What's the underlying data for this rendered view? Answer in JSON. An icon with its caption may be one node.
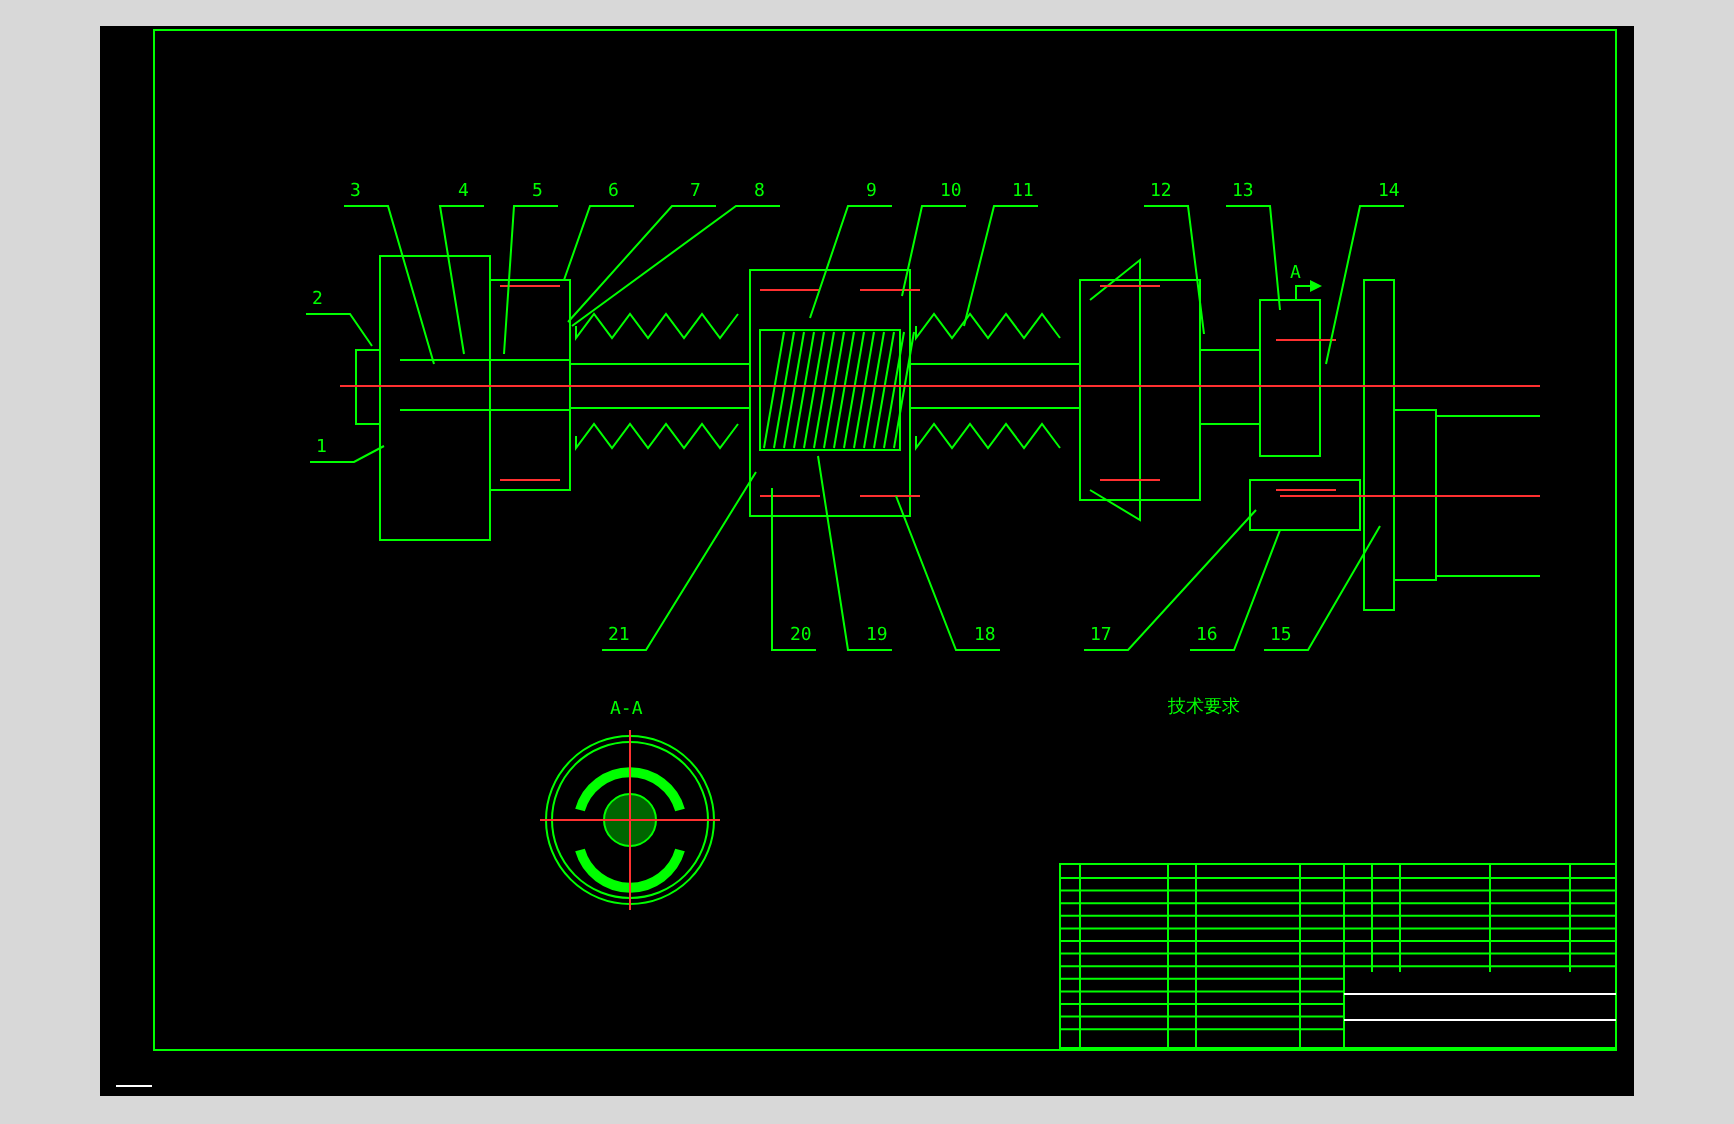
{
  "diagram": {
    "nodes": [
      {
        "text": [
          "1"
        ]
      },
      {
        "text": [
          "2"
        ]
      },
      {
        "text": [
          "3"
        ]
      },
      {
        "text": [
          "4"
        ]
      },
      {
        "text": [
          "5"
        ]
      },
      {
        "text": [
          "6"
        ]
      },
      {
        "text": [
          "7"
        ]
      },
      {
        "text": [
          "8"
        ]
      },
      {
        "text": [
          "9"
        ]
      },
      {
        "text": [
          "10"
        ]
      },
      {
        "text": [
          "11"
        ]
      },
      {
        "text": [
          "12"
        ]
      },
      {
        "text": [
          "13"
        ]
      },
      {
        "text": [
          "14"
        ]
      },
      {
        "text": [
          "15"
        ]
      },
      {
        "text": [
          "16"
        ]
      },
      {
        "text": [
          "17"
        ]
      },
      {
        "text": [
          "18"
        ]
      },
      {
        "text": [
          "19"
        ]
      },
      {
        "text": [
          "20"
        ]
      },
      {
        "text": [
          "21"
        ]
      }
    ],
    "edges": [
      {
        "from": 0,
        "to": null,
        "arrow": "none"
      },
      {
        "from": 1,
        "to": null,
        "arrow": "none"
      },
      {
        "from": 2,
        "to": null,
        "arrow": "none"
      },
      {
        "from": 3,
        "to": null,
        "arrow": "none"
      },
      {
        "from": 4,
        "to": null,
        "arrow": "none"
      },
      {
        "from": 5,
        "to": null,
        "arrow": "none"
      },
      {
        "from": 6,
        "to": null,
        "arrow": "none"
      },
      {
        "from": 7,
        "to": null,
        "arrow": "none"
      },
      {
        "from": 8,
        "to": null,
        "arrow": "none"
      },
      {
        "from": 9,
        "to": null,
        "arrow": "none"
      },
      {
        "from": 10,
        "to": null,
        "arrow": "none"
      },
      {
        "from": 11,
        "to": null,
        "arrow": "none"
      },
      {
        "from": 12,
        "to": null,
        "arrow": "none"
      },
      {
        "from": 13,
        "to": null,
        "arrow": "none"
      },
      {
        "from": 14,
        "to": null,
        "arrow": "none"
      },
      {
        "from": 15,
        "to": null,
        "arrow": "none"
      },
      {
        "from": 16,
        "to": null,
        "arrow": "none"
      },
      {
        "from": 17,
        "to": null,
        "arrow": "none"
      },
      {
        "from": 18,
        "to": null,
        "arrow": "none"
      },
      {
        "from": 19,
        "to": null,
        "arrow": "none"
      },
      {
        "from": 20,
        "to": null,
        "arrow": "none"
      }
    ],
    "labels": [
      "A",
      "A-A",
      "技术要求"
    ]
  }
}
